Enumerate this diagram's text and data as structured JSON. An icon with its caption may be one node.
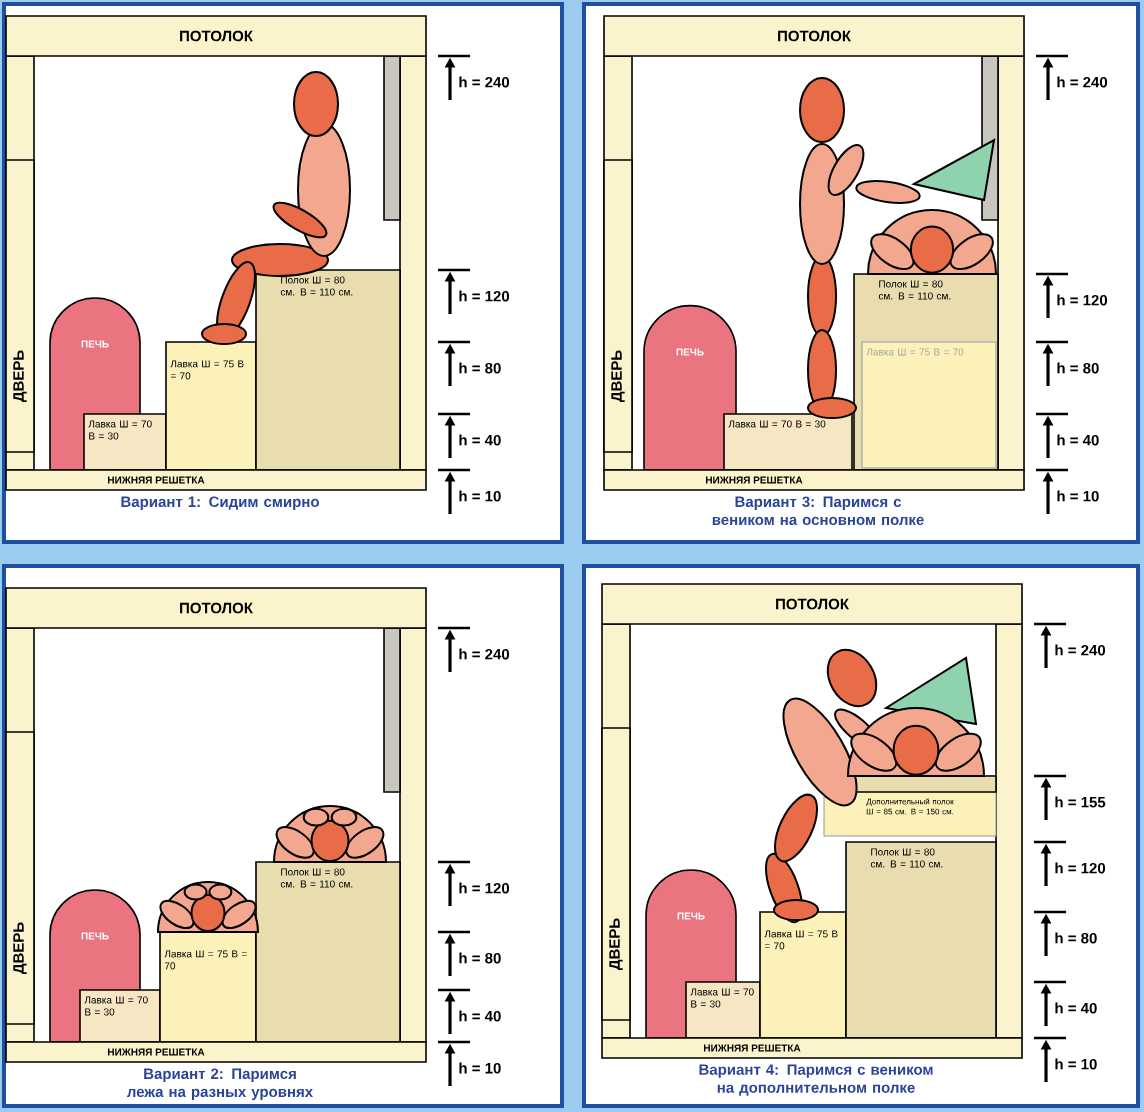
{
  "diagram": {
    "nodes": [
      {
        "text": [
          "Вариант 1: Сидим смирно"
        ]
      },
      {
        "text": [
          "ПОТОЛОК"
        ],
        "in": 0
      },
      {
        "text": [
          "ДВЕРЬ"
        ],
        "in": 0
      },
      {
        "text": [
          "ПЕЧЬ"
        ],
        "in": 0
      },
      {
        "text": [
          "Лавка Ш = 70 В = 30"
        ],
        "in": 0
      },
      {
        "text": [
          "Лавка Ш = 75 В = 70"
        ],
        "in": 0
      },
      {
        "text": [
          "Полок Ш = 80 см. В = 110 см."
        ],
        "in": 0
      },
      {
        "text": [
          "НИЖНЯЯ РЕШЕТКА"
        ],
        "in": 0
      },
      {
        "text": [
          "Вариант 3: Паримся с веником на основном полке"
        ]
      },
      {
        "text": [
          "ПОТОЛОК"
        ],
        "in": 8
      },
      {
        "text": [
          "ДВЕРЬ"
        ],
        "in": 8
      },
      {
        "text": [
          "ПЕЧЬ"
        ],
        "in": 8
      },
      {
        "text": [
          "Лавка Ш = 70 В = 30"
        ],
        "in": 8
      },
      {
        "text": [
          "Полок Ш = 80 см. В = 110 см."
        ],
        "in": 8
      },
      {
        "text": [
          "Лавка Ш = 75 В = 70"
        ],
        "in": 13
      },
      {
        "text": [
          "НИЖНЯЯ РЕШЕТКА"
        ],
        "in": 8
      },
      {
        "text": [
          "Вариант 2: Паримся лежа на разных уровнях"
        ]
      },
      {
        "text": [
          "ПОТОЛОК"
        ],
        "in": 16
      },
      {
        "text": [
          "ДВЕРЬ"
        ],
        "in": 16
      },
      {
        "text": [
          "ПЕЧЬ"
        ],
        "in": 16
      },
      {
        "text": [
          "Лавка Ш = 70 В = 30"
        ],
        "in": 16
      },
      {
        "text": [
          "Лавка Ш = 75 В = 70"
        ],
        "in": 16
      },
      {
        "text": [
          "Полок Ш = 80 см. В = 110 см."
        ],
        "in": 16
      },
      {
        "text": [
          "НИЖНЯЯ РЕШЕТКА"
        ],
        "in": 16
      },
      {
        "text": [
          "Вариант 4: Паримся с веником на дополнительном полке"
        ]
      },
      {
        "text": [
          "ПОТОЛОК"
        ],
        "in": 24
      },
      {
        "text": [
          "ДВЕРЬ"
        ],
        "in": 24
      },
      {
        "text": [
          "ПЕЧЬ"
        ],
        "in": 24
      },
      {
        "text": [
          "Лавка Ш = 70 В = 30"
        ],
        "in": 24
      },
      {
        "text": [
          "Лавка Ш = 75 В = 70"
        ],
        "in": 24
      },
      {
        "text": [
          "Полок Ш = 80 см. В = 110 см."
        ],
        "in": 24
      },
      {
        "text": [
          "Дополнительный полок Ш = 85 см. В = 150 см."
        ],
        "in": 24
      },
      {
        "text": [
          "НИЖНЯЯ РЕШЕТКА"
        ],
        "in": 24
      }
    ],
    "labels": [
      "h = 240",
      "h = 120",
      "h = 80",
      "h = 40",
      "h = 10",
      "h = 240",
      "h = 120",
      "h = 80",
      "h = 40",
      "h = 10",
      "h = 240",
      "h = 120",
      "h = 80",
      "h = 40",
      "h = 10",
      "h = 240",
      "h = 155",
      "h = 120",
      "h = 80",
      "h = 40",
      "h = 10"
    ]
  }
}
